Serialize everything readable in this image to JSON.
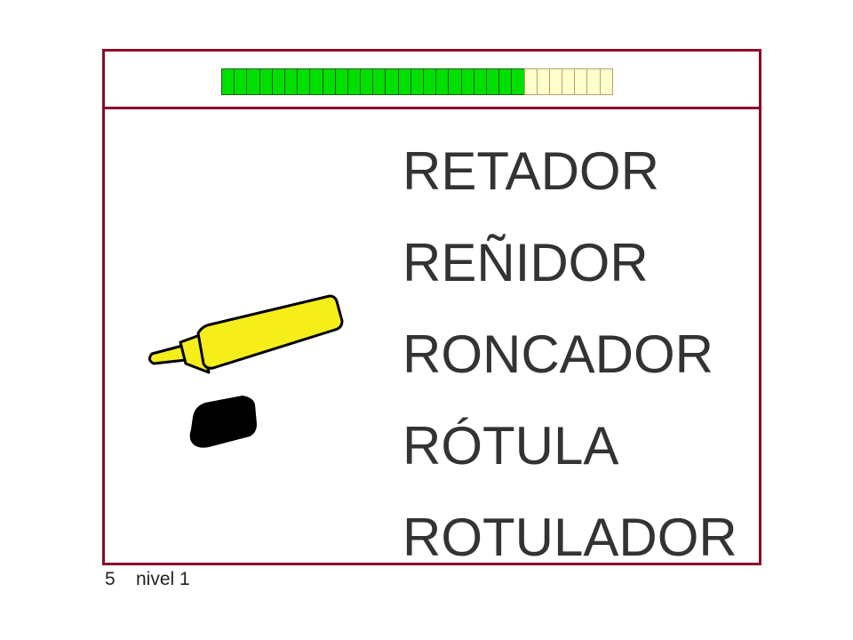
{
  "slide": {
    "progress": {
      "filled_segments": 24,
      "total_segments": 31,
      "filled_color": "#00e000",
      "empty_color": "#ffffcc"
    },
    "image": {
      "icon": "highlighter-marker-icon",
      "body_color": "#f5ee1a",
      "cap_color": "#000000"
    },
    "words": [
      "RETADOR",
      "REÑIDOR",
      "RONCADOR",
      "RÓTULA",
      "ROTULADOR"
    ],
    "border_color": "#8b0a2a"
  },
  "footer": {
    "page_number": "5",
    "level": "nivel 1"
  }
}
